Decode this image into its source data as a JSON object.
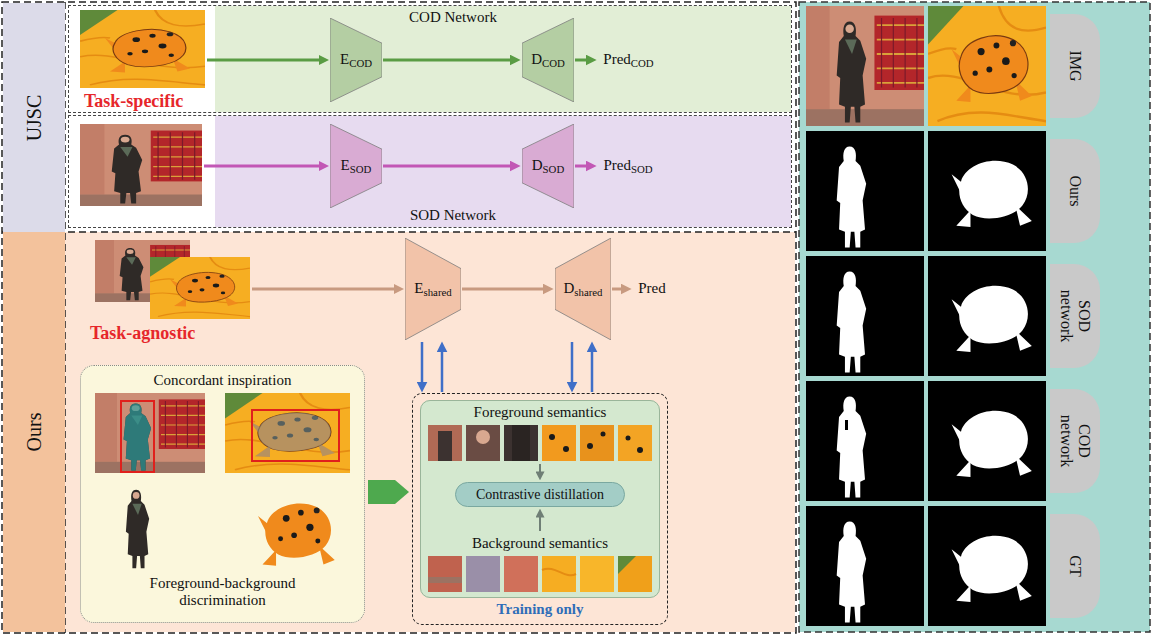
{
  "diagram": {
    "nodes": [
      {
        "text": [
          "UJSC"
        ]
      },
      {
        "text": [
          "COD Network"
        ]
      },
      {
        "text": [
          "ECOD"
        ],
        "in": 1
      },
      {
        "text": [
          "DCOD"
        ],
        "in": 1
      },
      {
        "text": [
          "PredCOD"
        ],
        "in": 1
      },
      {
        "text": [
          "SOD Network"
        ]
      },
      {
        "text": [
          "ESOD"
        ],
        "in": 5
      },
      {
        "text": [
          "DSOD"
        ],
        "in": 5
      },
      {
        "text": [
          "PredSOD"
        ],
        "in": 5
      },
      {
        "text": [
          "Ours"
        ]
      },
      {
        "text": [
          "Eshared"
        ]
      },
      {
        "text": [
          "Dshared"
        ]
      },
      {
        "text": [
          "Pred"
        ]
      },
      {
        "text": [
          "Concordant inspiration",
          "Foreground-background discrimination"
        ]
      },
      {
        "text": [
          "Training only"
        ]
      },
      {
        "text": [
          "Foreground semantics",
          "Background semantics"
        ],
        "in": 14
      },
      {
        "text": [
          "Contrastive distillation"
        ],
        "in": 15
      },
      {
        "text": [
          "IMG"
        ]
      },
      {
        "text": [
          "Ours"
        ]
      },
      {
        "text": [
          "SOD network"
        ]
      },
      {
        "text": [
          "COD network"
        ]
      },
      {
        "text": [
          "GT"
        ]
      }
    ],
    "edges": [
      {
        "from": 2,
        "to": 3,
        "arrow": "to"
      },
      {
        "from": 3,
        "to": 4,
        "arrow": "to"
      },
      {
        "from": 6,
        "to": 7,
        "arrow": "to"
      },
      {
        "from": 7,
        "to": 8,
        "arrow": "to"
      },
      {
        "from": 10,
        "to": 11,
        "arrow": "to"
      },
      {
        "from": 11,
        "to": 12,
        "arrow": "to"
      },
      {
        "from": 13,
        "to": 14,
        "arrow": "to"
      },
      {
        "from": 10,
        "to": 14,
        "arrow": "to"
      },
      {
        "from": 14,
        "to": 10,
        "arrow": "to"
      },
      {
        "from": 11,
        "to": 14,
        "arrow": "to"
      },
      {
        "from": 14,
        "to": 11,
        "arrow": "to"
      }
    ],
    "labels": [
      "Task-specific",
      "Task-agnostic"
    ]
  }
}
